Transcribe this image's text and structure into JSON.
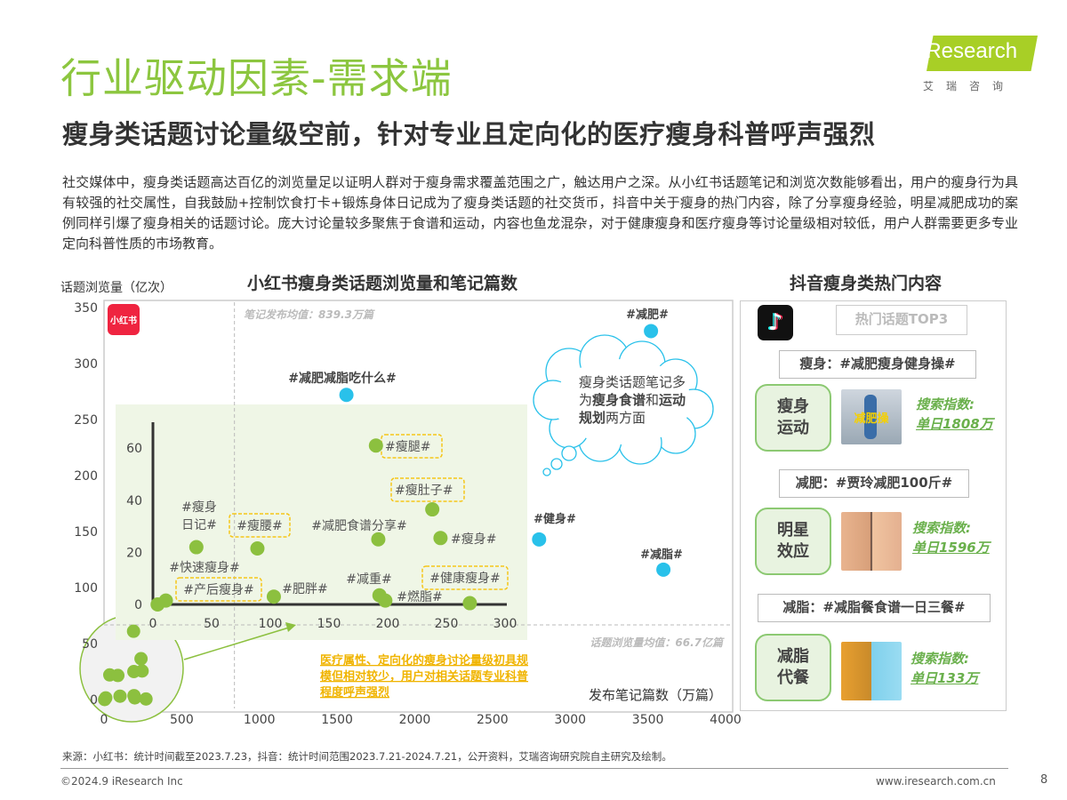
{
  "header": {
    "title": "行业驱动因素-需求端",
    "subtitle": "瘦身类话题讨论量级空前，针对专业且定向化的医疗瘦身科普呼声强烈"
  },
  "logo": {
    "text": "iResearch",
    "cn": "艾瑞咨询",
    "color": "#a8cf26"
  },
  "paragraph": "社交媒体中，瘦身类话题高达百亿的浏览量足以证明人群对于瘦身需求覆盖范围之广，触达用户之深。从小红书话题笔记和浏览次数能够看出，用户的瘦身行为具有较强的社交属性，自我鼓励+控制饮食打卡+锻炼身体日记成为了瘦身类话题的社交货币，抖音中关于瘦身的热门内容，除了分享瘦身经验，明星减肥成功的案例同样引爆了瘦身相关的话题讨论。庞大讨论量较多聚焦于食谱和运动，内容也鱼龙混杂，对于健康瘦身和医疗瘦身等讨论量级相对较低，用户人群需要更多专业定向科普性质的市场教育。",
  "chart_data": {
    "type": "scatter",
    "title": "小红书瘦身类话题浏览量和笔记篇数",
    "xlabel": "发布笔记篇数（万篇）",
    "ylabel": "话题浏览量（亿次）",
    "xlim": [
      0,
      4000
    ],
    "ylim": [
      0,
      350
    ],
    "xticks": [
      0,
      500,
      1000,
      1500,
      2000,
      2500,
      3000,
      3500,
      4000
    ],
    "yticks": [
      0,
      50,
      100,
      150,
      200,
      250,
      300,
      350
    ],
    "logo_text": "小红书",
    "mean_x": {
      "value": 839.3,
      "label": "笔记发布均值：839.3万篇"
    },
    "mean_y": {
      "value": 66.7,
      "label": "话题浏览量均值：66.7亿篇"
    },
    "colors": {
      "high": "#29c1ea",
      "low": "#8cc03f",
      "highlight_label": "#f5c518"
    },
    "series": [
      {
        "points": [
          {
            "label": "#减肥减脂吃什么#",
            "x": 1560,
            "y": 272
          },
          {
            "label": "#减肥#",
            "x": 3520,
            "y": 329
          },
          {
            "label": "#健身#",
            "x": 2800,
            "y": 143
          },
          {
            "label": "#减脂#",
            "x": 3600,
            "y": 116
          }
        ]
      },
      {
        "points": [
          {
            "label": "#瘦腿#",
            "x": 190,
            "y": 61,
            "highlighted": true
          },
          {
            "label": "#瘦肚子#",
            "x": 238,
            "y": 36.5,
            "highlighted": true
          },
          {
            "label": "#减肥食谱分享#",
            "x": 192,
            "y": 25
          },
          {
            "label": "#瘦身#",
            "x": 245,
            "y": 25.5
          },
          {
            "label": "#瘦身日记#",
            "x": 37,
            "y": 22
          },
          {
            "label": "#瘦腰#",
            "x": 89,
            "y": 21.5,
            "highlighted": true
          },
          {
            "label": "#快速瘦身#",
            "x": 11,
            "y": 1.5
          },
          {
            "label": "#产后瘦身#",
            "x": 4,
            "y": 0,
            "highlighted": true
          },
          {
            "label": "#肥胖#",
            "x": 103,
            "y": 3
          },
          {
            "label": "#减重#",
            "x": 193,
            "y": 3.5
          },
          {
            "label": "#燃脂#",
            "x": 198,
            "y": 1.5
          },
          {
            "label": "#健康瘦身#",
            "x": 270,
            "y": 0.5,
            "highlighted": true
          }
        ]
      }
    ],
    "inset": {
      "xlim": [
        0,
        300
      ],
      "ylim": [
        0,
        65
      ],
      "xticks": [
        0,
        50,
        100,
        150,
        200,
        250,
        300
      ],
      "yticks": [
        0,
        20,
        40,
        60
      ]
    },
    "cloud": {
      "segments": [
        [
          {
            "t": "瘦身类话题笔记多",
            "b": false
          }
        ],
        [
          {
            "t": "为",
            "b": false
          },
          {
            "t": "瘦身食谱",
            "b": true
          },
          {
            "t": "和",
            "b": false
          },
          {
            "t": "运动",
            "b": true
          }
        ],
        [
          {
            "t": "规划",
            "b": true
          },
          {
            "t": "两方面",
            "b": false
          }
        ]
      ]
    },
    "callout": [
      "医疗属性、定向化的瘦身讨论量级初具规",
      "模但相对较少，用户对相关话题专业科普",
      "程度呼声强烈"
    ]
  },
  "douyin": {
    "title": "抖音瘦身类热门内容",
    "top3_label": "热门话题TOP3",
    "items": [
      {
        "topic": "瘦身：#减肥瘦身健身操#",
        "category": [
          "瘦身",
          "运动"
        ],
        "index_label": "搜索指数:",
        "index_value": "单日1808万",
        "thumb_text": "减肥操"
      },
      {
        "topic": "减肥：#贾玲减肥100斤#",
        "category": [
          "明星",
          "效应"
        ],
        "index_label": "搜索指数:",
        "index_value": "单日1596万"
      },
      {
        "topic": "减脂：#减脂餐食谱一日三餐#",
        "category": [
          "减脂",
          "代餐"
        ],
        "index_label": "搜索指数:",
        "index_value": "单日133万"
      }
    ]
  },
  "footer": {
    "source": "来源：小红书：统计时间截至2023.7.23，抖音：统计时间范围2023.7.21-2024.7.21，公开资料，艾瑞咨询研究院自主研究及绘制。",
    "copyright": "©2024.9 iResearch Inc",
    "website": "www.iresearch.com.cn",
    "page": "8"
  }
}
